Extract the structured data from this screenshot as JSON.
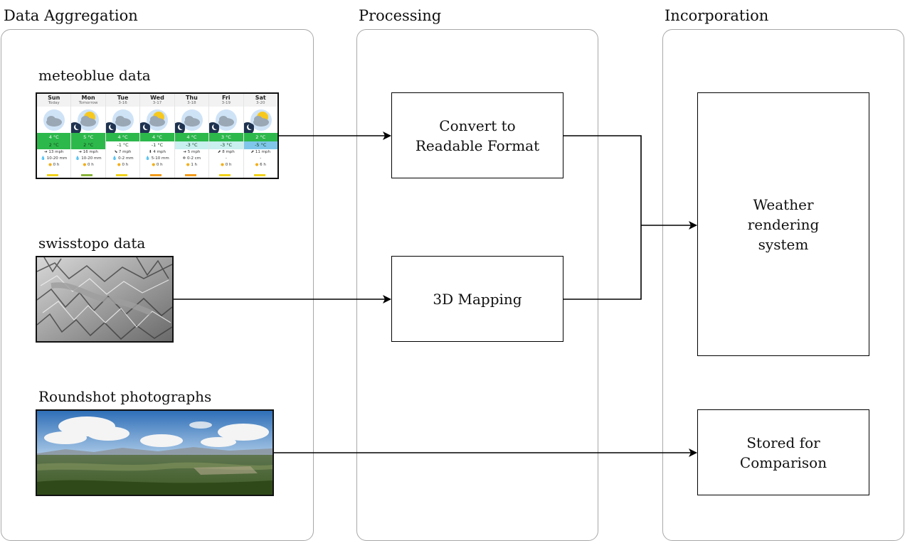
{
  "lanes": {
    "aggregation": "Data Aggregation",
    "processing": "Processing",
    "incorporation": "Incorporation"
  },
  "sources": {
    "meteoblue": "meteoblue data",
    "swisstopo": "swisstopo data",
    "roundshot": "Roundshot photographs"
  },
  "process": {
    "convert": "Convert to\nReadable Format",
    "mapping": "3D Mapping"
  },
  "outputs": {
    "rendering": "Weather\nrendering\nsystem",
    "stored": "Stored for\nComparison"
  },
  "meteoblue_widget": {
    "days": [
      {
        "name": "Sun",
        "date": "Today",
        "max": "4 °C",
        "min": "2 °C",
        "min_color": "#2db84b",
        "wind": "➔ 13 mph",
        "precip": "💧 10-20 mm",
        "sun": "0 h",
        "bar": "#f2d21b",
        "moon": false,
        "sunny": false
      },
      {
        "name": "Mon",
        "date": "Tomorrow",
        "max": "5 °C",
        "min": "2 °C",
        "min_color": "#2db84b",
        "wind": "➔ 16 mph",
        "precip": "💧 10-20 mm",
        "sun": "0 h",
        "bar": "#8ab43a",
        "moon": true,
        "sunny": true
      },
      {
        "name": "Tue",
        "date": "3-16",
        "max": "4 °C",
        "min": "-1 °C",
        "min_color": "#ffffff",
        "wind": "⬊ 7 mph",
        "precip": "💧 0-2 mm",
        "sun": "0 h",
        "bar": "#f2d21b",
        "moon": true,
        "sunny": false
      },
      {
        "name": "Wed",
        "date": "3-17",
        "max": "4 °C",
        "min": "-1 °C",
        "min_color": "#ffffff",
        "wind": "⬇ 4 mph",
        "precip": "💧 5-10 mm",
        "sun": "0 h",
        "bar": "#f39c1b",
        "moon": true,
        "sunny": true
      },
      {
        "name": "Thu",
        "date": "3-18",
        "max": "4 °C",
        "min": "-3 °C",
        "min_color": "#c9efef",
        "wind": "➔ 5 mph",
        "precip": "❄ 0-2 cm",
        "sun": "1 h",
        "bar": "#f39c1b",
        "moon": true,
        "sunny": false
      },
      {
        "name": "Fri",
        "date": "3-19",
        "max": "3 °C",
        "min": "-3 °C",
        "min_color": "#c9efef",
        "wind": "⬈ 8 mph",
        "precip": "-",
        "sun": "0 h",
        "bar": "#f2d21b",
        "moon": true,
        "sunny": false
      },
      {
        "name": "Sat",
        "date": "3-20",
        "max": "2 °C",
        "min": "-5 °C",
        "min_color": "#7fc6ea",
        "wind": "⬈ 11 mph",
        "precip": "-",
        "sun": "6 h",
        "bar": "#f2d21b",
        "moon": true,
        "sunny": true
      }
    ]
  }
}
